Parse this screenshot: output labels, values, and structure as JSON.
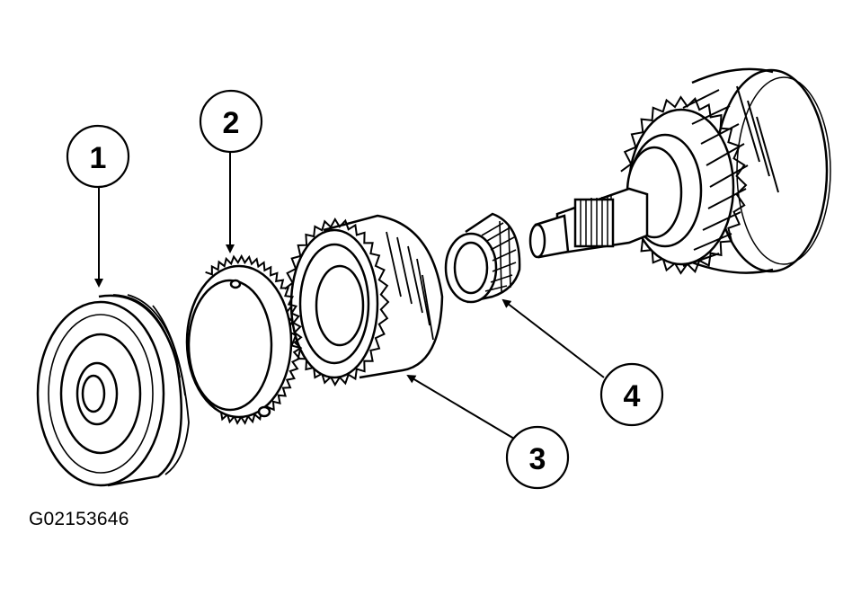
{
  "figure_id": "G02153646",
  "callouts": [
    "1",
    "2",
    "3",
    "4"
  ],
  "colors": {
    "ink": "#000000",
    "paper": "#ffffff"
  }
}
